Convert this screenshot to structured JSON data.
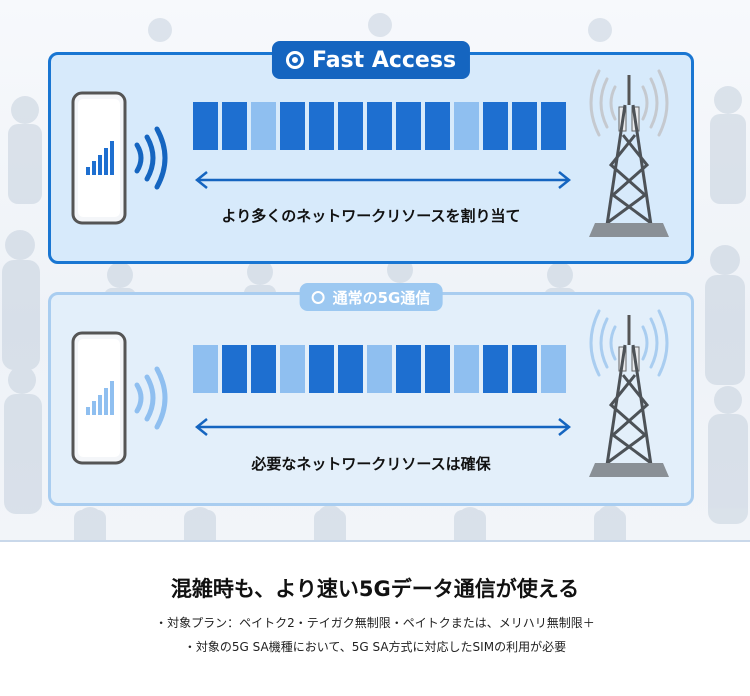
{
  "fast_access": {
    "title": "Fast Access",
    "caption": "より多くのネットワークリソースを割り当て",
    "bar_colors": [
      "#1e6fd0",
      "#1e6fd0",
      "#8fbff0",
      "#1e6fd0",
      "#1e6fd0",
      "#1e6fd0",
      "#1e6fd0",
      "#1e6fd0",
      "#1e6fd0",
      "#8fbff0",
      "#1e6fd0",
      "#1e6fd0",
      "#1e6fd0"
    ],
    "accent": "#1565c0"
  },
  "normal_5g": {
    "title": "通常の5G通信",
    "caption": "必要なネットワークリソースは確保",
    "bar_colors": [
      "#8fbff0",
      "#1e6fd0",
      "#1e6fd0",
      "#8fbff0",
      "#1e6fd0",
      "#1e6fd0",
      "#8fbff0",
      "#1e6fd0",
      "#1e6fd0",
      "#8fbff0",
      "#1e6fd0",
      "#1e6fd0",
      "#8fbff0"
    ],
    "accent": "#9cc8f1"
  },
  "icons": [
    "smartphone-icon",
    "signal-waves-icon",
    "cell-tower-icon",
    "double-arrow-icon"
  ],
  "headline": "混雑時も、より速い5Gデータ通信が使える",
  "notes": [
    "・対象プラン：ペイトク2・テイガク無制限・ペイトクまたは、メリハリ無制限＋",
    "・対象の5G SA機種において、5G SA方式に対応したSIMの利用が必要"
  ]
}
